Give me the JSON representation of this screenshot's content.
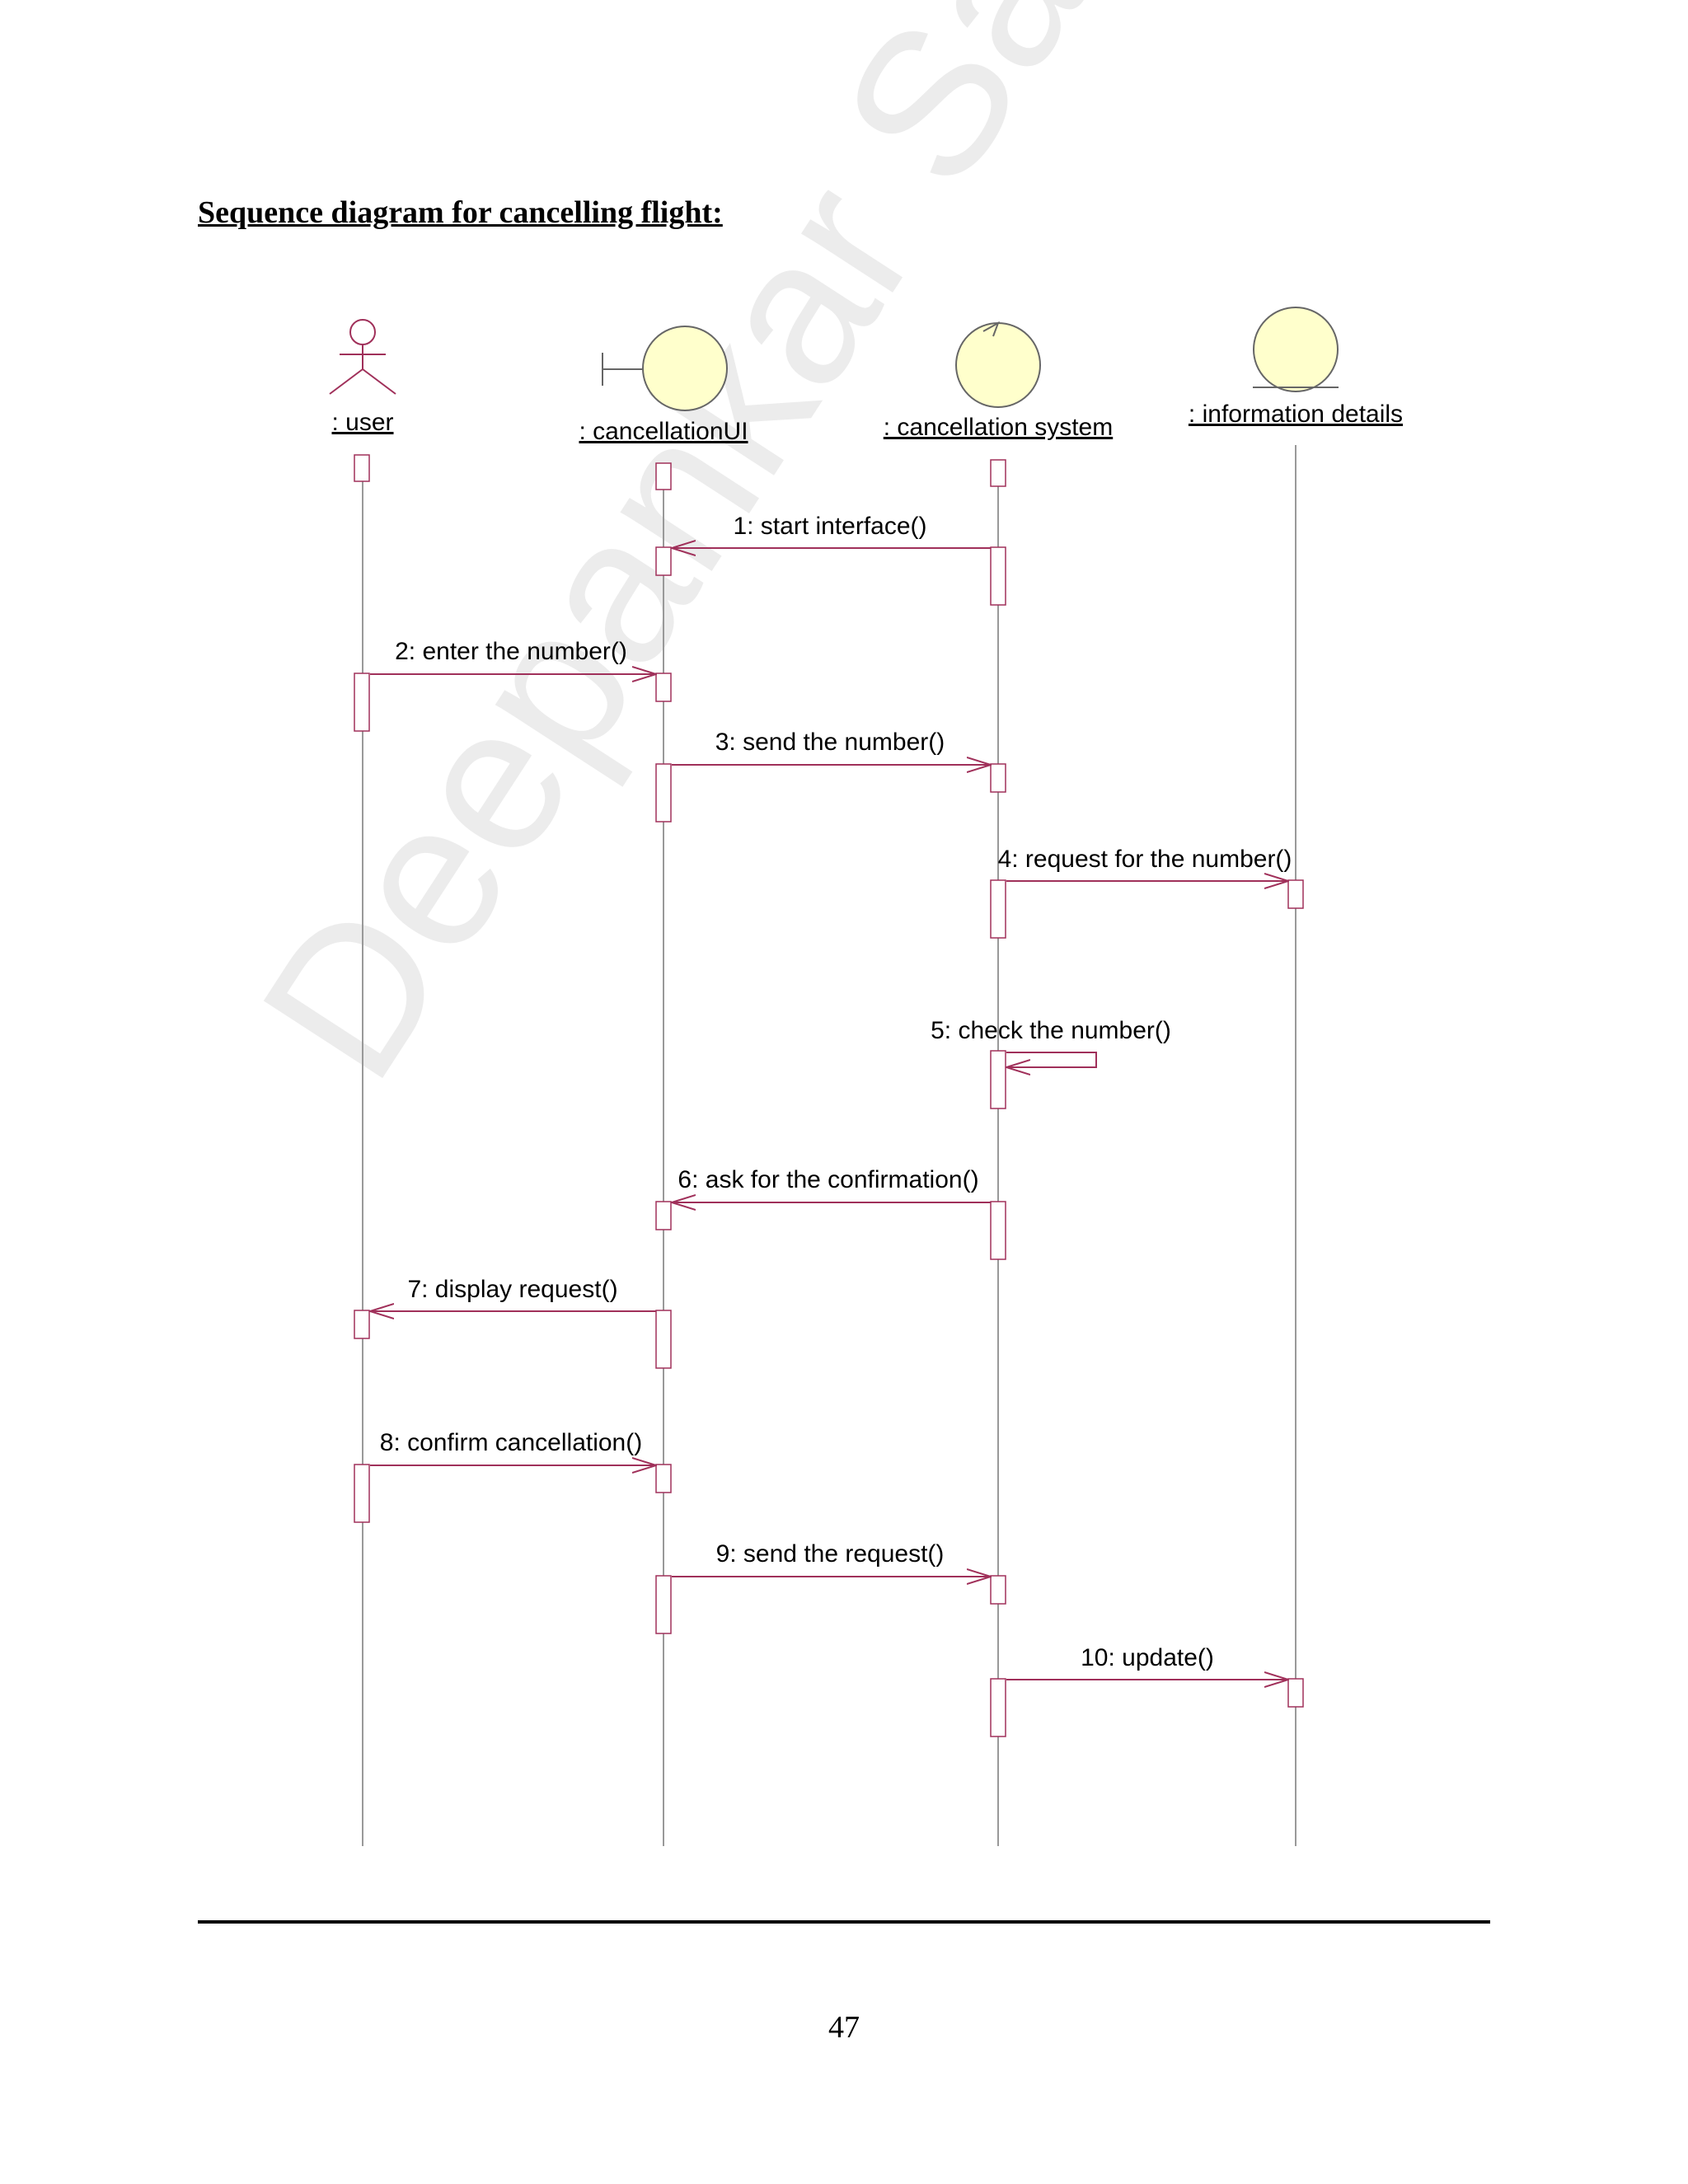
{
  "page": {
    "title": "Sequence diagram for cancelling flight:",
    "page_number": "47",
    "watermark": "Deepankar Sandhibigraha"
  },
  "colors": {
    "line": "#a0305a",
    "lifeline": "#999999",
    "object_fill": "#ffffcc",
    "object_stroke": "#666666",
    "text": "#000000"
  },
  "participants": [
    {
      "id": "user",
      "label": ": user",
      "kind": "actor"
    },
    {
      "id": "ui",
      "label": ": cancellationUI",
      "kind": "boundary"
    },
    {
      "id": "sys",
      "label": ": cancellation system",
      "kind": "control"
    },
    {
      "id": "info",
      "label": ": information details",
      "kind": "entity"
    }
  ],
  "messages": [
    {
      "n": 1,
      "label": "1: start interface()",
      "from": "sys",
      "to": "ui"
    },
    {
      "n": 2,
      "label": "2: enter the number()",
      "from": "user",
      "to": "ui"
    },
    {
      "n": 3,
      "label": "3: send the number()",
      "from": "ui",
      "to": "sys"
    },
    {
      "n": 4,
      "label": "4: request for the number()",
      "from": "sys",
      "to": "info"
    },
    {
      "n": 5,
      "label": "5: check the number()",
      "from": "sys",
      "to": "sys"
    },
    {
      "n": 6,
      "label": "6: ask for the  confirmation()",
      "from": "sys",
      "to": "ui"
    },
    {
      "n": 7,
      "label": "7: display request()",
      "from": "ui",
      "to": "user"
    },
    {
      "n": 8,
      "label": "8: confirm cancellation()",
      "from": "user",
      "to": "ui"
    },
    {
      "n": 9,
      "label": "9: send the request()",
      "from": "ui",
      "to": "sys"
    },
    {
      "n": 10,
      "label": "10: update()",
      "from": "sys",
      "to": "info"
    }
  ]
}
